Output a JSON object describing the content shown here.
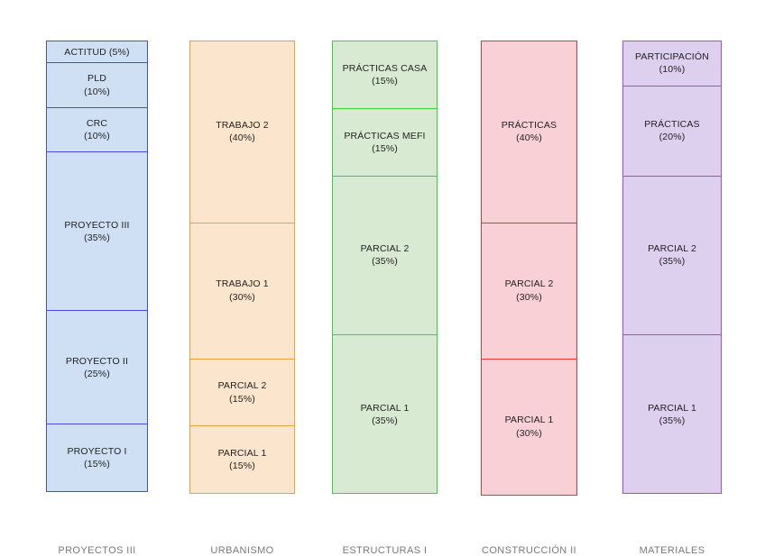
{
  "chart_data": {
    "type": "bar",
    "subtype": "stacked-100-percent",
    "title": "",
    "subtitle": "",
    "xlabel": "",
    "ylabel": "",
    "ylim": [
      0,
      100
    ],
    "grid": false,
    "legend": "none",
    "orientation": "vertical",
    "value_unit": "%",
    "categories": [
      "PROYECTOS III",
      "URBANISMO",
      "ESTRUCTURAS I",
      "CONSTRUCCIÓN II",
      "MATERIALES"
    ],
    "columns": [
      {
        "category": "PROYECTOS III",
        "fill": "#cfe0f5",
        "stroke": "#4a4ae8",
        "segments": [
          {
            "label": "ACTITUD (5%)",
            "pct_text": "",
            "value": 5,
            "inline": true
          },
          {
            "label": "PLD",
            "pct_text": "(10%)",
            "value": 10,
            "inline": false
          },
          {
            "label": "CRC",
            "pct_text": "(10%)",
            "value": 10,
            "inline": false
          },
          {
            "label": "PROYECTO III",
            "pct_text": "(35%)",
            "value": 35,
            "inline": false
          },
          {
            "label": "PROYECTO II",
            "pct_text": "(25%)",
            "value": 25,
            "inline": false
          },
          {
            "label": "PROYECTO I",
            "pct_text": "(15%)",
            "value": 15,
            "inline": false
          }
        ]
      },
      {
        "category": "URBANISMO",
        "fill": "#fce5cd",
        "stroke": "#e8a33d",
        "segments": [
          {
            "label": "TRABAJO 2",
            "pct_text": "(40%)",
            "value": 40,
            "inline": false
          },
          {
            "label": "TRABAJO 1",
            "pct_text": "(30%)",
            "value": 30,
            "inline": false
          },
          {
            "label": "PARCIAL 2",
            "pct_text": "(15%)",
            "value": 15,
            "inline": false
          },
          {
            "label": "PARCIAL 1",
            "pct_text": "(15%)",
            "value": 15,
            "inline": false
          }
        ]
      },
      {
        "category": "ESTRUCTURAS I",
        "fill": "#d9ead3",
        "stroke": "#39d339",
        "segments": [
          {
            "label": "PRÁCTICAS CASA",
            "pct_text": "(15%)",
            "value": 15,
            "inline": false
          },
          {
            "label": "PRÁCTICAS MEFI",
            "pct_text": "(15%)",
            "value": 15,
            "inline": false
          },
          {
            "label": "PARCIAL 2",
            "pct_text": "(35%)",
            "value": 35,
            "inline": false
          },
          {
            "label": "PARCIAL 1",
            "pct_text": "(35%)",
            "value": 35,
            "inline": false
          }
        ]
      },
      {
        "category": "CONSTRUCCIÓN II",
        "fill": "#f9d0d5",
        "stroke": "#ea3434",
        "segments": [
          {
            "label": "PRÁCTICAS",
            "pct_text": "(40%)",
            "value": 40,
            "inline": false
          },
          {
            "label": "PARCIAL 2",
            "pct_text": "(30%)",
            "value": 30,
            "inline": false
          },
          {
            "label": "PARCIAL 1",
            "pct_text": "(30%)",
            "value": 30,
            "inline": false
          }
        ]
      },
      {
        "category": "MATERIALES",
        "fill": "#dcd0ee",
        "stroke": "#a14ae8",
        "segments": [
          {
            "label": "PARTICIPACIÓN",
            "pct_text": "(10%)",
            "value": 10,
            "inline": false
          },
          {
            "label": "PRÁCTICAS",
            "pct_text": "(20%)",
            "value": 20,
            "inline": false
          },
          {
            "label": "PARCIAL 2",
            "pct_text": "(35%)",
            "value": 35,
            "inline": false
          },
          {
            "label": "PARCIAL 1",
            "pct_text": "(35%)",
            "value": 35,
            "inline": false
          }
        ]
      }
    ]
  }
}
